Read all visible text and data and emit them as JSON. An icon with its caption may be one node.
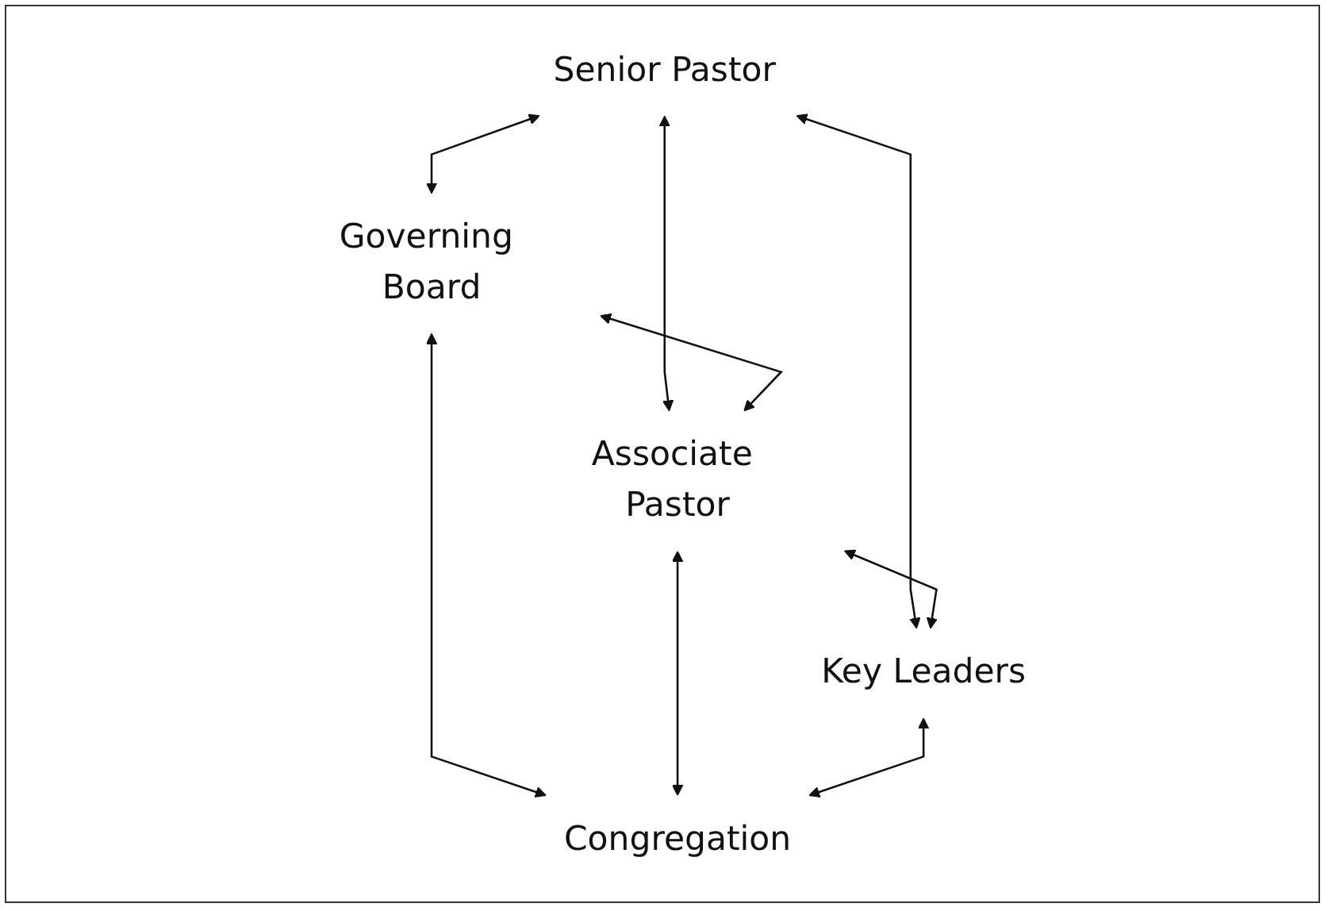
{
  "diagram": {
    "nodes": [
      {
        "text": [
          "Senior Pastor"
        ]
      },
      {
        "text": [
          "Governing Board"
        ]
      },
      {
        "text": [
          "Associate Pastor"
        ]
      },
      {
        "text": [
          "Key Leaders"
        ]
      },
      {
        "text": [
          "Congregation"
        ]
      }
    ],
    "edges": [
      {
        "from": 0,
        "to": 1,
        "arrow": "both"
      },
      {
        "from": 0,
        "to": 2,
        "arrow": "both"
      },
      {
        "from": 1,
        "to": 2,
        "arrow": "both"
      },
      {
        "from": 0,
        "to": 3,
        "arrow": "both"
      },
      {
        "from": 1,
        "to": 4,
        "arrow": "both"
      },
      {
        "from": 2,
        "to": 3,
        "arrow": "both"
      },
      {
        "from": 2,
        "to": 4,
        "arrow": "both"
      },
      {
        "from": 3,
        "to": 4,
        "arrow": "both"
      }
    ]
  }
}
